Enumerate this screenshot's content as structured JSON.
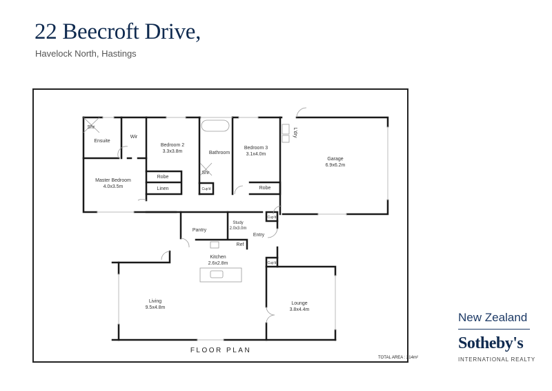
{
  "header": {
    "title": "22 Beecroft Drive,",
    "subtitle": "Havelock North, Hastings"
  },
  "floor_plan": {
    "caption": "FLOOR PLAN",
    "total_area": "TOTAL AREA : 214m²",
    "rooms": [
      {
        "id": "shr-ensuite",
        "name": "Shr",
        "size": ""
      },
      {
        "id": "ensuite",
        "name": "Ensuite",
        "size": ""
      },
      {
        "id": "wir",
        "name": "Wir",
        "size": ""
      },
      {
        "id": "master-bedroom",
        "name": "Master Bedroom",
        "size": "4.0x3.5m"
      },
      {
        "id": "bedroom-2",
        "name": "Bedroom 2",
        "size": "3.3x3.8m"
      },
      {
        "id": "robe-1",
        "name": "Robe",
        "size": ""
      },
      {
        "id": "linen",
        "name": "Linen",
        "size": ""
      },
      {
        "id": "bathroom",
        "name": "Bathroom",
        "size": ""
      },
      {
        "id": "shr-bathroom",
        "name": "Shr",
        "size": ""
      },
      {
        "id": "cupd-1",
        "name": "Cup'd",
        "size": ""
      },
      {
        "id": "bedroom-3",
        "name": "Bedroom 3",
        "size": "3.1x4.0m"
      },
      {
        "id": "robe-2",
        "name": "Robe",
        "size": ""
      },
      {
        "id": "ldry",
        "name": "L'dry",
        "size": ""
      },
      {
        "id": "garage",
        "name": "Garage",
        "size": "6.9x6.2m"
      },
      {
        "id": "cupd-2",
        "name": "Cup'd",
        "size": ""
      },
      {
        "id": "pantry",
        "name": "Pantry",
        "size": ""
      },
      {
        "id": "study",
        "name": "Study",
        "size": "2.0x3.0m"
      },
      {
        "id": "ref",
        "name": "Ref",
        "size": ""
      },
      {
        "id": "entry",
        "name": "Entry",
        "size": ""
      },
      {
        "id": "kitchen",
        "name": "Kitchen",
        "size": "2.6x2.8m"
      },
      {
        "id": "cupd-3",
        "name": "Cup'd",
        "size": ""
      },
      {
        "id": "living",
        "name": "Living",
        "size": "9.5x4.8m"
      },
      {
        "id": "lounge",
        "name": "Lounge",
        "size": "3.8x4.4m"
      }
    ]
  },
  "brand": {
    "region": "New Zealand",
    "name": "Sotheby's",
    "tagline": "INTERNATIONAL REALTY"
  },
  "colors": {
    "brand_navy": "#0f2a4f",
    "wall": "#1a1a1a"
  }
}
